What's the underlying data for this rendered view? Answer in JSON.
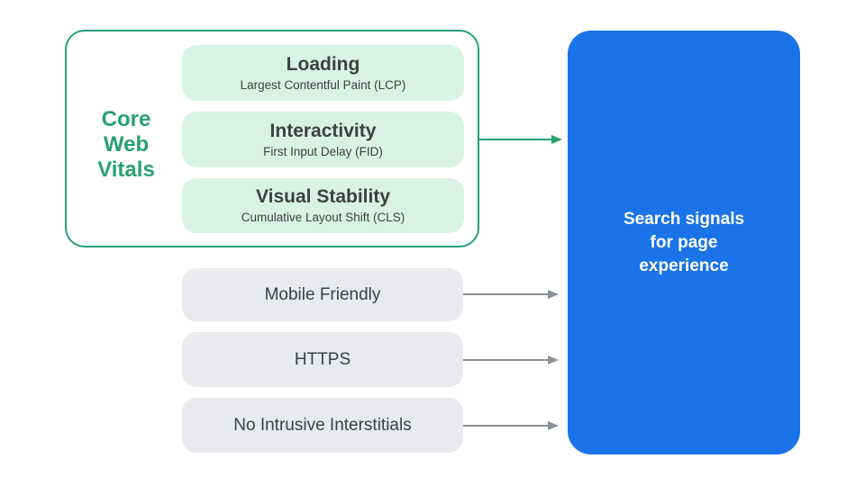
{
  "colors": {
    "green_accent": "#26a172",
    "light_green_box": "#d8f3e5",
    "blue_box": "#1a73e8",
    "gray_box": "#e8eaed",
    "gray_arrow": "#8a9095",
    "dark_text": "#3c4043",
    "white_text": "#ffffff"
  },
  "core_web_vitals": {
    "label": "Core Web Vitals",
    "items": [
      {
        "title": "Loading",
        "subtitle": "Largest Contentful Paint (LCP)"
      },
      {
        "title": "Interactivity",
        "subtitle": "First Input Delay (FID)"
      },
      {
        "title": "Visual Stability",
        "subtitle": "Cumulative Layout Shift (CLS)"
      }
    ]
  },
  "other_signals": [
    {
      "label": "Mobile Friendly"
    },
    {
      "label": "HTTPS"
    },
    {
      "label": "No Intrusive Interstitials"
    }
  ],
  "result": {
    "label": "Search signals for page experience"
  }
}
